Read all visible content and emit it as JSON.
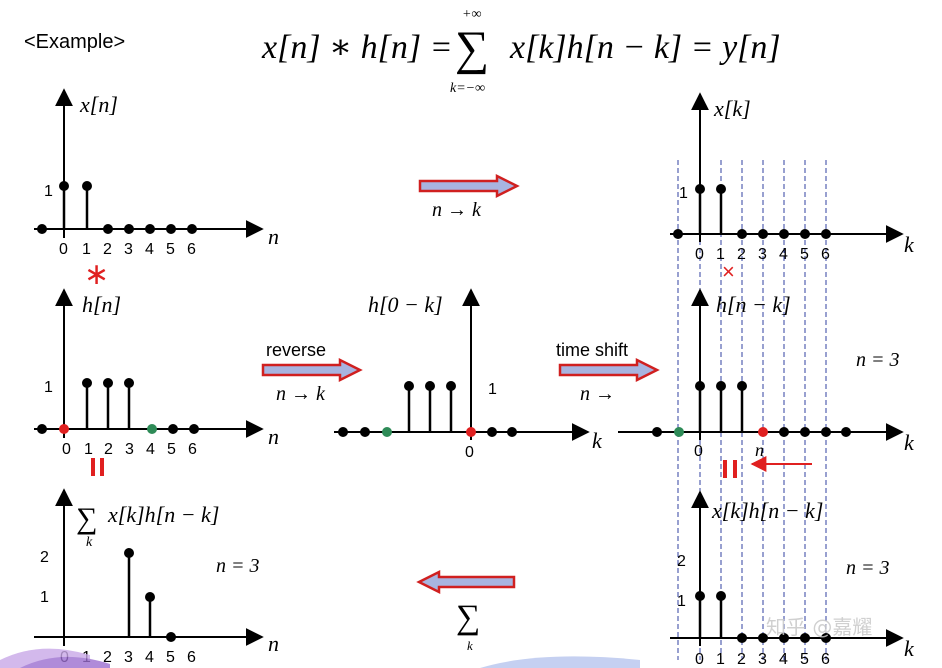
{
  "title": "<Example>",
  "equation": {
    "lhs": "x[n] ∗ h[n] = ",
    "sum": "∑",
    "upper": "+∞",
    "lower": "k=−∞",
    "rhs": "x[k]h[n − k] = y[n]"
  },
  "panels": {
    "xn": {
      "label": "x[n]",
      "axis": "n",
      "ytick": "1",
      "ticks": [
        "0",
        "1",
        "2",
        "3",
        "4",
        "5",
        "6"
      ]
    },
    "hn": {
      "label": "h[n]",
      "axis": "n",
      "ytick": "1",
      "ticks": [
        "0",
        "1",
        "2",
        "3",
        "4",
        "5",
        "6"
      ]
    },
    "h0k": {
      "label": "h[0 − k]",
      "axis": "k",
      "ytick": "1",
      "ticks": [
        "0"
      ]
    },
    "xk": {
      "label": "x[k]",
      "axis": "k",
      "ytick": "1",
      "ticks": [
        "0",
        "1",
        "2",
        "3",
        "4",
        "5",
        "6"
      ]
    },
    "hnk": {
      "label": "h[n − k]",
      "axis": "k",
      "ticks": [
        "0",
        "n"
      ],
      "nlabel": "n = 3"
    },
    "prod": {
      "label": "x[k]h[n − k]",
      "axis": "k",
      "yticks": [
        "2",
        "1"
      ],
      "ticks": [
        "0",
        "1",
        "2",
        "3",
        "4",
        "5",
        "6"
      ],
      "nlabel": "n = 3"
    },
    "sum": {
      "label_sum": "∑",
      "label_sub": "k",
      "label": "x[k]h[n − k]",
      "axis": "n",
      "yticks": [
        "2",
        "1"
      ],
      "ticks": [
        "0",
        "1",
        "2",
        "3",
        "4",
        "5",
        "6"
      ],
      "nlabel": "n = 3"
    }
  },
  "arrows": {
    "a1": {
      "label": "n → k"
    },
    "reverse": {
      "title": "reverse",
      "label": "n → k"
    },
    "shift": {
      "title": "time shift",
      "label": "n →"
    },
    "back": {
      "label_sum": "∑",
      "label_sub": "k"
    }
  },
  "ops": {
    "star": "∗",
    "times": "×",
    "equals": "="
  },
  "watermark": "知乎 @嘉耀",
  "colors": {
    "stem": "#000000",
    "red": "#e02020",
    "green": "#2e8b57",
    "arrow_fill": "#a8b4e0",
    "arrow_stroke": "#d02020",
    "grid": "#3040a0"
  }
}
